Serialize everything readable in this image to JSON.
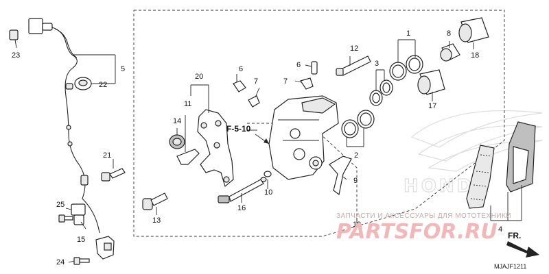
{
  "callouts": {
    "c1": "1",
    "c2": "2",
    "c3": "3",
    "c4": "4",
    "c5": "5",
    "c6a": "6",
    "c6b": "6",
    "c7a": "7",
    "c7b": "7",
    "c8": "8",
    "c9": "9",
    "c10": "10",
    "c11": "11",
    "c12": "12",
    "c13": "13",
    "c14": "14",
    "c15": "15",
    "c16": "16",
    "c17": "17",
    "c18": "18",
    "c19": "19",
    "c20": "20",
    "c21": "21",
    "c22": "22",
    "c23": "23",
    "c24": "24",
    "c25": "25"
  },
  "reference": "F-5-10",
  "direction_label": "FR.",
  "diagram_code": "MJAJF1211",
  "watermark": {
    "caption": "ЗАПЧАСТИ И АКСЕССУАРЫ ДЛЯ МОТОТЕХНИКИ",
    "logo": "PARTSFOR.RU"
  },
  "background_brand": "HONDA"
}
